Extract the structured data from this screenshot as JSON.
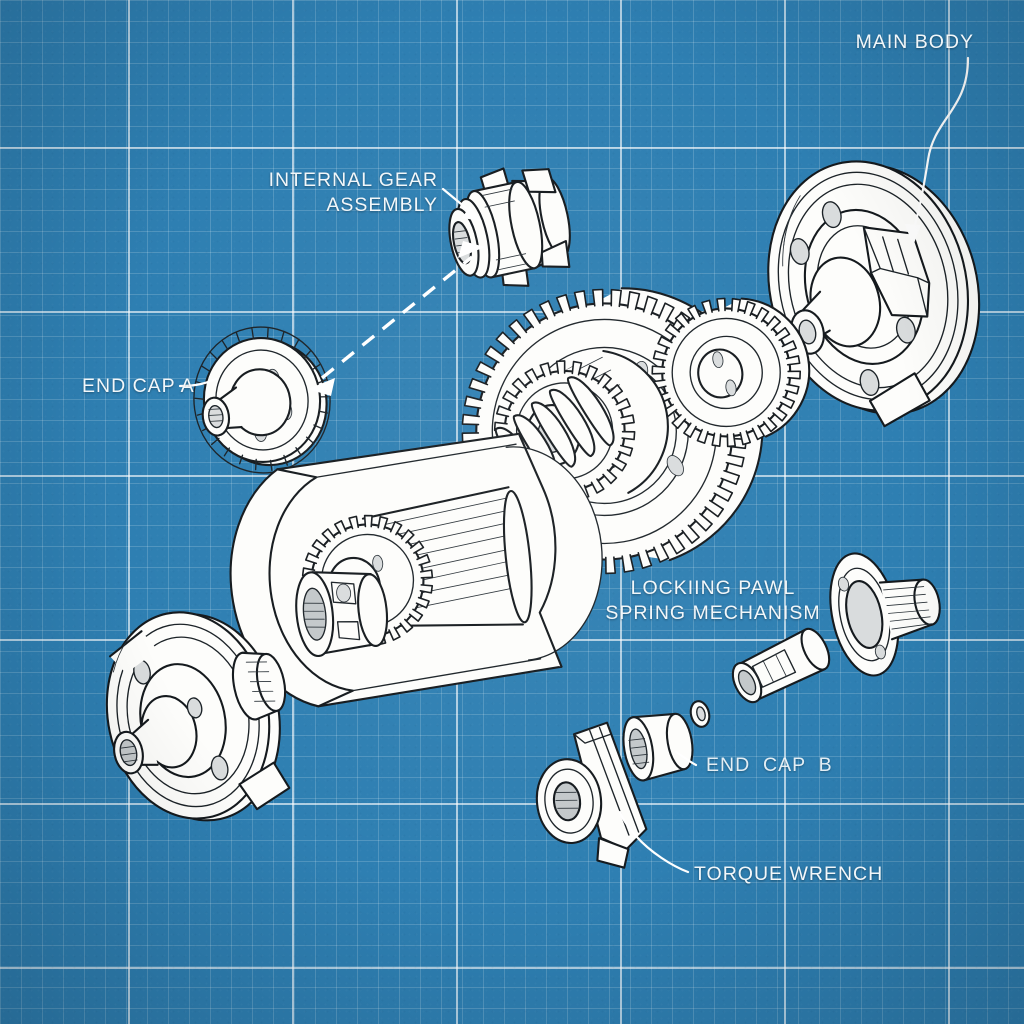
{
  "drawing": {
    "title": "Exploded Assembly Blueprint",
    "style": "blueprint",
    "background_color": "#2e7fb2",
    "grid_line_color": "#ffffff",
    "ink_color": "#14191d",
    "part_fill_color": "#fdfdfb",
    "label_color": "#f2f7fa"
  },
  "labels": {
    "main_body": "MAIN BODY",
    "internal_gear_line1": "INTERNAL GEAR",
    "internal_gear_line2": "ASSEMBLY",
    "end_cap_a": "END CAP A",
    "locking_pawl_line1": "LOCKIING PAWL",
    "locking_pawl_line2": "SPRING MECHANISM",
    "end_cap_b": "END  CAP  B",
    "torque_wrench": "TORQUE WRENCH"
  },
  "parts": [
    {
      "id": "main-body-flange",
      "name": "MAIN BODY",
      "position": "top-right"
    },
    {
      "id": "internal-gear-assembly",
      "name": "INTERNAL GEAR ASSEMBLY",
      "position": "top-center"
    },
    {
      "id": "end-cap-a-gear",
      "name": "END CAP A",
      "position": "left"
    },
    {
      "id": "large-gear",
      "name": "LARGE DRIVE GEAR",
      "position": "center"
    },
    {
      "id": "pinion-gear",
      "name": "PINION GEAR",
      "position": "center-right"
    },
    {
      "id": "splined-hub-gear",
      "name": "SPLINED HUB GEAR",
      "position": "center"
    },
    {
      "id": "coil-spring",
      "name": "LOCKIING PAWL SPRING MECHANISM",
      "position": "center-left"
    },
    {
      "id": "housing-cutaway",
      "name": "HOUSING CUTAWAY",
      "position": "center-left"
    },
    {
      "id": "end-cap-flange-left",
      "name": "END CAP FLANGE",
      "position": "bottom-left"
    },
    {
      "id": "threaded-flange-bushing",
      "name": "END CAP B",
      "position": "right"
    },
    {
      "id": "dowel-pin",
      "name": "DOWEL PIN",
      "position": "right"
    },
    {
      "id": "bushing-collar",
      "name": "BUSHING COLLAR",
      "position": "bottom-center"
    },
    {
      "id": "small-washer",
      "name": "SMALL WASHER",
      "position": "bottom-center"
    },
    {
      "id": "torque-wrench-body",
      "name": "TORQUE WRENCH",
      "position": "bottom-center"
    }
  ],
  "leaders": [
    {
      "from": "MAIN BODY",
      "to": "main-body-flange",
      "style": "curved-arrow"
    },
    {
      "from": "INTERNAL GEAR ASSEMBLY",
      "to": "internal-gear-assembly",
      "style": "straight-arrow"
    },
    {
      "from": "END CAP A",
      "to": "end-cap-a-gear",
      "style": "straight-line"
    },
    {
      "from": "END CAP B",
      "to": "bushing-collar",
      "style": "straight-line"
    },
    {
      "from": "TORQUE WRENCH",
      "to": "torque-wrench-body",
      "style": "curved-line"
    },
    {
      "from": "end-cap-a-gear",
      "to": "internal-gear-assembly",
      "style": "double-dashed-arrow"
    }
  ]
}
